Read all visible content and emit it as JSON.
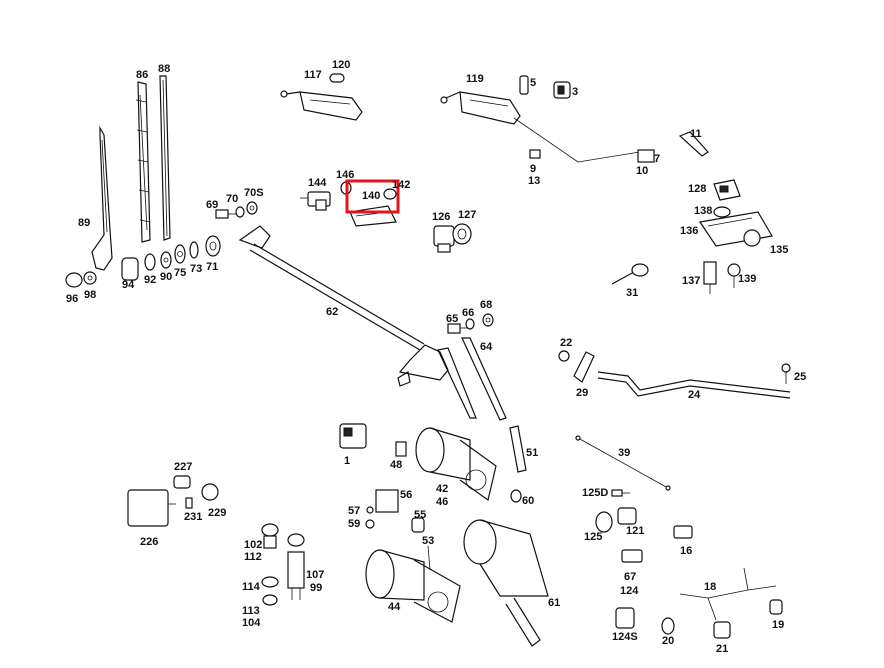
{
  "highlight": {
    "part": "140",
    "color": "#e8141b"
  },
  "labels": {
    "l1": "1",
    "l3": "3",
    "l5": "5",
    "l7": "7",
    "l9": "9",
    "l10": "10",
    "l11": "11",
    "l13": "13",
    "l16": "16",
    "l18": "18",
    "l19": "19",
    "l20": "20",
    "l21": "21",
    "l22": "22",
    "l24": "24",
    "l25": "25",
    "l29": "29",
    "l31": "31",
    "l39": "39",
    "l42": "42",
    "l44": "44",
    "l46": "46",
    "l48": "48",
    "l51": "51",
    "l53": "53",
    "l55": "55",
    "l56": "56",
    "l57": "57",
    "l59": "59",
    "l60": "60",
    "l61": "61",
    "l62": "62",
    "l64": "64",
    "l65": "65",
    "l66": "66",
    "l67": "67",
    "l68": "68",
    "l69": "69",
    "l70": "70",
    "l70s": "70S",
    "l71": "71",
    "l73": "73",
    "l75": "75",
    "l86": "86",
    "l88": "88",
    "l89": "89",
    "l90": "90",
    "l92": "92",
    "l94": "94",
    "l96": "96",
    "l98": "98",
    "l99": "99",
    "l102": "102",
    "l104": "104",
    "l107": "107",
    "l112": "112",
    "l113": "113",
    "l114": "114",
    "l117": "117",
    "l119": "119",
    "l120": "120",
    "l121": "121",
    "l124": "124",
    "l124s": "124S",
    "l125": "125",
    "l125d": "125D",
    "l126": "126",
    "l127": "127",
    "l128": "128",
    "l135": "135",
    "l136": "136",
    "l137": "137",
    "l138": "138",
    "l139": "139",
    "l140": "140",
    "l142": "142",
    "l144": "144",
    "l146": "146",
    "l226": "226",
    "l227": "227",
    "l229": "229",
    "l231": "231"
  }
}
